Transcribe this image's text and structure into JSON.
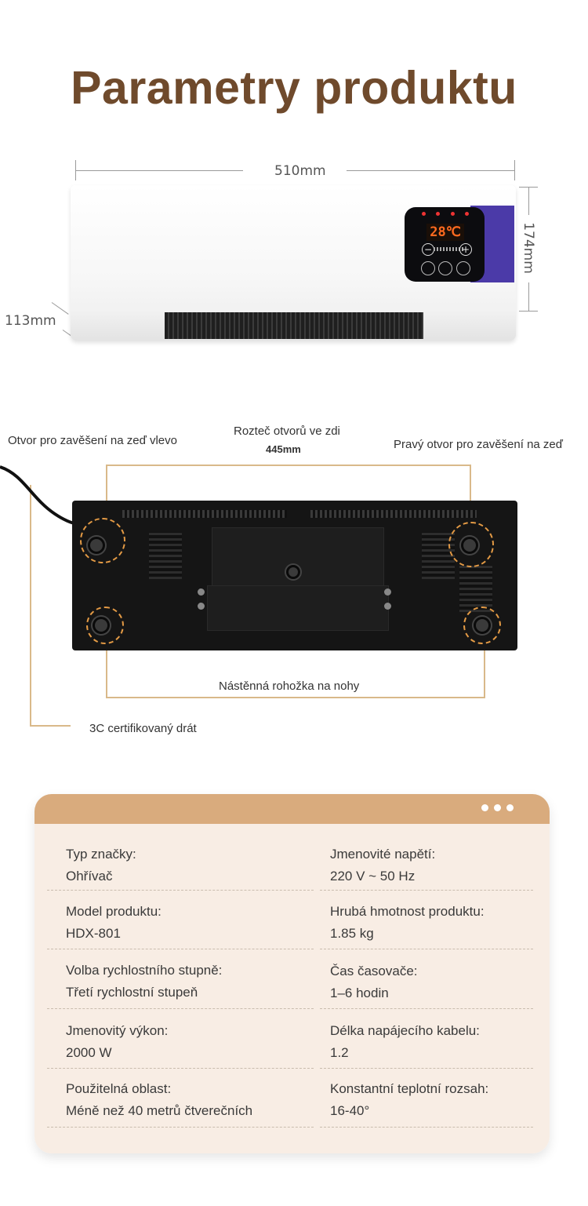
{
  "page": {
    "title": "Parametry produktu"
  },
  "dimensions": {
    "width": "510mm",
    "height": "174mm",
    "depth": "113mm"
  },
  "control_panel": {
    "display": "28℃",
    "minus": "−",
    "plus": "+"
  },
  "back_view": {
    "left_hole": "Otvor pro zavěšení na zeď vlevo",
    "spacing_label": "Rozteč otvorů ve zdi",
    "spacing_value": "445mm",
    "right_hole": "Pravý otvor pro zavěšení na zeď",
    "feet_label": "Nástěnná rohožka na nohy",
    "cable_label": "3C certifikovaný drát"
  },
  "specs": {
    "rows": [
      {
        "left_label": "Typ značky:",
        "left_value": "Ohřívač",
        "right_label": "Jmenovité napětí:",
        "right_value": "220 V ~ 50 Hz"
      },
      {
        "left_label": "Model produktu:",
        "left_value": "HDX-801",
        "right_label": "Hrubá hmotnost produktu:",
        "right_value": "1.85 kg"
      },
      {
        "left_label": "Volba rychlostního stupně:",
        "left_value": "Třetí rychlostní stupeň",
        "right_label": "Čas časovače:",
        "right_value": "1–6 hodin"
      },
      {
        "left_label": "Jmenovitý výkon:",
        "left_value": "2000 W",
        "right_label": "Délka napájecího kabelu:",
        "right_value": "1.2"
      },
      {
        "left_label": "Použitelná oblast:",
        "left_value": "Méně než 40 metrů čtverečních",
        "right_label": "Konstantní teplotní rozsah:",
        "right_value": "16-40°"
      }
    ]
  }
}
